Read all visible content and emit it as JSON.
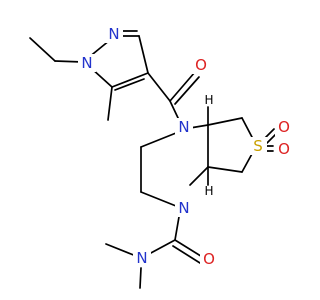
{
  "colors": {
    "carbon": "#000000",
    "nitrogen": "#2233cc",
    "oxygen": "#dd2222",
    "sulfur": "#c9a000",
    "background": "#ffffff"
  },
  "atoms": {
    "n_pyrazole_1": "N",
    "n_pyrazole_2": "N",
    "o_carbonyl_top": "O",
    "n_ring_top": "N",
    "n_ring_bottom": "N",
    "s_sulfone": "S",
    "o_sulfone_1": "O",
    "o_sulfone_2": "O",
    "o_carbonyl_bottom": "O",
    "n_amide": "N"
  },
  "stereo_labels": {
    "h_top": "H",
    "h_bottom": "H"
  }
}
